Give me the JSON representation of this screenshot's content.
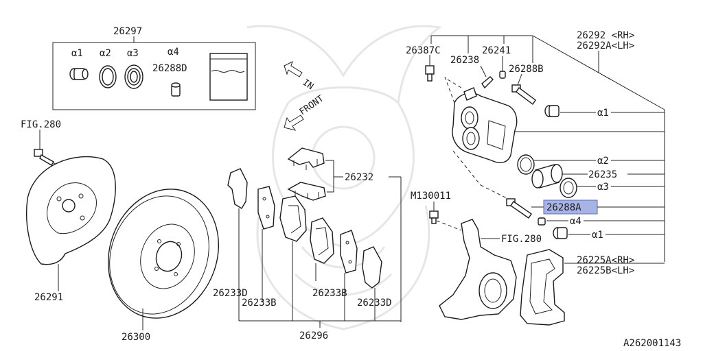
{
  "diagram_id": "A262001143",
  "labels": {
    "p26297": "26297",
    "kit_a1": "α1",
    "kit_a2": "α2",
    "kit_a3": "α3",
    "kit_a4": "α4",
    "kit_26288d": "26288D",
    "fig280_left": "FIG.280",
    "in_arrow": "IN",
    "front_arrow": "FRONT",
    "p26232": "26232",
    "p26291": "26291",
    "p26300": "26300",
    "p26233d_1": "26233D",
    "p26233b_1": "26233B",
    "p26233b_2": "26233B",
    "p26233d_2": "26233D",
    "p26296": "26296",
    "p26387c": "26387C",
    "p26238": "26238",
    "p26241": "26241",
    "p26288b": "26288B",
    "p26292_rh": "26292 <RH>",
    "p26292a_lh": "26292A<LH>",
    "r_a1_top": "α1",
    "r_a2": "α2",
    "r_26235": "26235",
    "r_a3": "α3",
    "r_26288a": "26288A",
    "r_a4": "α4",
    "r_a1_bot": "α1",
    "m130011": "M130011",
    "fig280_right": "FIG.280",
    "p26225a_rh": "26225A<RH>",
    "p26225b_lh": "26225B<LH>"
  },
  "colors": {
    "highlight": "#a9b4e6",
    "line": "#222222",
    "watermark": "#e6e6e6"
  }
}
